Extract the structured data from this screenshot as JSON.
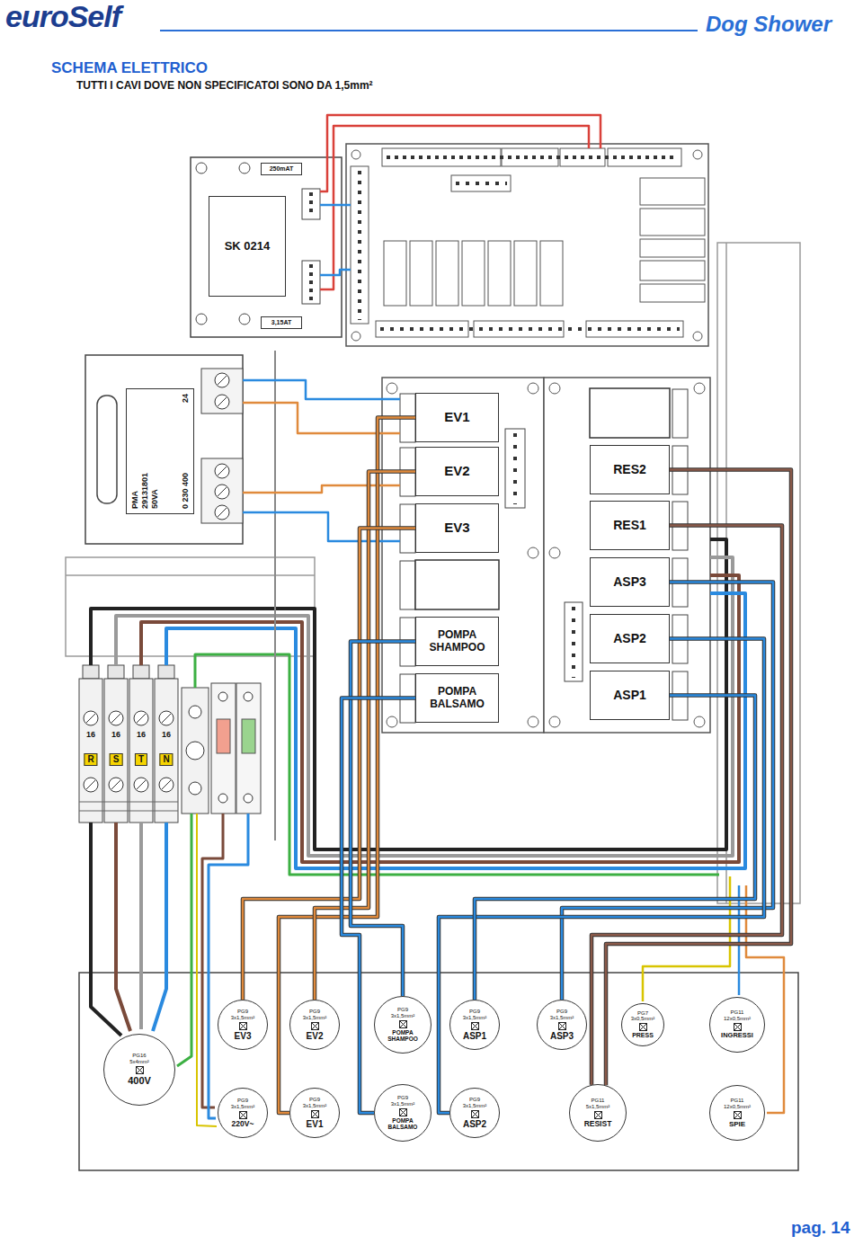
{
  "diagram": {
    "title": "SCHEMA ELETTRICO",
    "nodes": [
      {
        "text": [
          "250mAT"
        ]
      },
      {
        "text": [
          "SK 0214"
        ]
      },
      {
        "text": [
          "3,15AT"
        ]
      },
      {
        "text": [
          "PMA 29131801 50VA",
          "24",
          "0 230 400"
        ]
      },
      {
        "text": [
          "EV1"
        ]
      },
      {
        "text": [
          "EV2"
        ]
      },
      {
        "text": [
          "EV3"
        ]
      },
      {
        "text": [
          "POMPA SHAMPOO"
        ]
      },
      {
        "text": [
          "POMPA BALSAMO"
        ]
      },
      {
        "text": [
          "RES2"
        ]
      },
      {
        "text": [
          "RES1"
        ]
      },
      {
        "text": [
          "ASP3"
        ]
      },
      {
        "text": [
          "ASP2"
        ]
      },
      {
        "text": [
          "ASP1"
        ]
      },
      {
        "text": [
          "PG9",
          "3x1,5mm²",
          "EV3"
        ]
      },
      {
        "text": [
          "PG9",
          "3x1,5mm²",
          "EV2"
        ]
      },
      {
        "text": [
          "PG9",
          "3x1,5mm²",
          "POMPA SHAMPOO"
        ]
      },
      {
        "text": [
          "PG9",
          "3x1,5mm²",
          "ASP1"
        ]
      },
      {
        "text": [
          "PG9",
          "3x1,5mm²",
          "ASP3"
        ]
      },
      {
        "text": [
          "PG7",
          "3x0,5mm²",
          "PRESS"
        ]
      },
      {
        "text": [
          "PG11",
          "12x0,5mm²",
          "INGRESSI"
        ]
      },
      {
        "text": [
          "PG16",
          "5x4mm²",
          "400V"
        ]
      },
      {
        "text": [
          "PG9",
          "3x1,5mm²",
          "220V~"
        ]
      },
      {
        "text": [
          "PG9",
          "3x1,5mm²",
          "EV1"
        ]
      },
      {
        "text": [
          "PG9",
          "3x1,5mm²",
          "POMPA BALSAMO"
        ]
      },
      {
        "text": [
          "PG9",
          "3x1,5mm²",
          "ASP2"
        ]
      },
      {
        "text": [
          "PG11",
          "5x1,5mm²",
          "RESIST"
        ]
      },
      {
        "text": [
          "PG11",
          "12x0,5mm²",
          "SPIE"
        ]
      }
    ],
    "edges": [
      {
        "from": 4,
        "to": 23,
        "arrow": "none"
      },
      {
        "from": 5,
        "to": 15,
        "arrow": "none"
      },
      {
        "from": 6,
        "to": 14,
        "arrow": "none"
      },
      {
        "from": 7,
        "to": 16,
        "arrow": "none"
      },
      {
        "from": 8,
        "to": 24,
        "arrow": "none"
      },
      {
        "from": 9,
        "to": 26,
        "arrow": "none"
      },
      {
        "from": 10,
        "to": 26,
        "arrow": "none"
      },
      {
        "from": 11,
        "to": 18,
        "arrow": "none"
      },
      {
        "from": 12,
        "to": 25,
        "arrow": "none"
      },
      {
        "from": 13,
        "to": 17,
        "arrow": "none"
      }
    ],
    "labels": [
      "euroSelf",
      "Dog Shower",
      "TUTTI I CAVI DOVE NON SPECIFICATOI SONO DA 1,5mm²",
      "16",
      "16",
      "16",
      "16",
      "R",
      "S",
      "T",
      "N",
      "pag. 14"
    ]
  }
}
